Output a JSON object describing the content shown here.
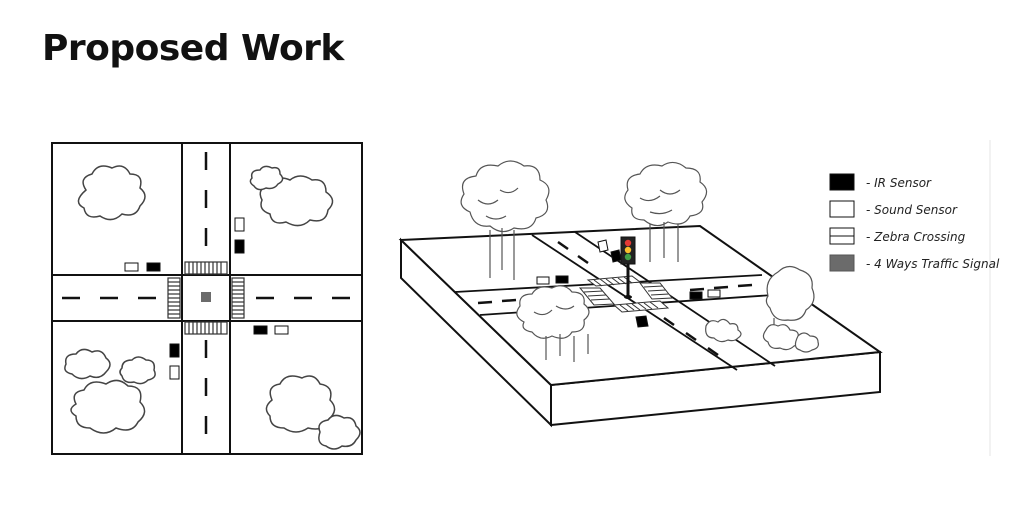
{
  "slide": {
    "title": "Proposed Work"
  },
  "legend": [
    {
      "swatch": "black",
      "label": "-   IR Sensor"
    },
    {
      "swatch": "white",
      "label": "-   Sound Sensor"
    },
    {
      "swatch": "zebra",
      "label": "-   Zebra Crossing"
    },
    {
      "swatch": "gray",
      "label": "-   4 Ways Traffic Signal"
    }
  ],
  "colors": {
    "ir_sensor": "#000000",
    "sound_sensor": "#ffffff",
    "traffic_signal": "#6b6b6b",
    "line": "#111111"
  }
}
